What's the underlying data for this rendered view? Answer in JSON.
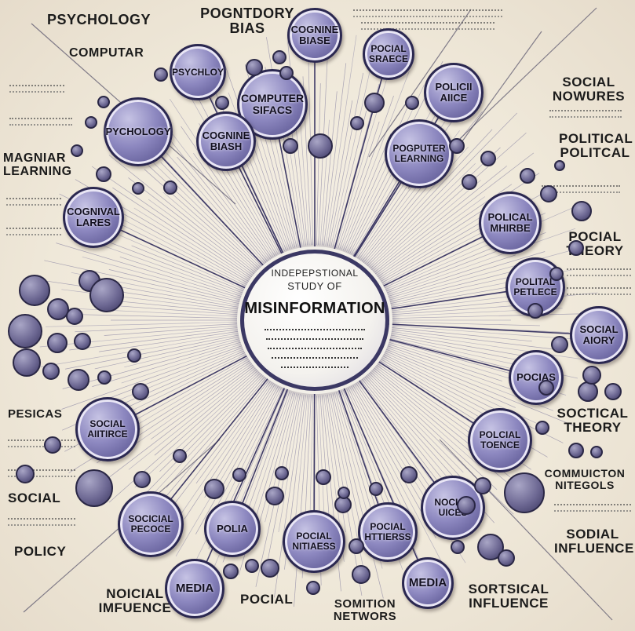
{
  "center": {
    "line1": "INDEPEPSTIONAL",
    "line2": "STUDY OF",
    "title": "MISINFORMATION"
  },
  "nodes": [
    {
      "id": "cognine-top",
      "text": "COGNINE BIASE"
    },
    {
      "id": "pocial-sraece",
      "text": "POCIAL SRAECE"
    },
    {
      "id": "psychloy",
      "text": "PSYCHLOY"
    },
    {
      "id": "policii-aiice",
      "text": "POLICII AIICE"
    },
    {
      "id": "computer-sifacs",
      "text": "COMPUTER SIFACS"
    },
    {
      "id": "pychology",
      "text": "PYCHOLOGY"
    },
    {
      "id": "cognine-biash",
      "text": "COGNINE BIASH"
    },
    {
      "id": "pogputer-learning",
      "text": "POGPUTER LEARNING"
    },
    {
      "id": "cognival-lares",
      "text": "COGNIVAL LARES"
    },
    {
      "id": "polical-mhirbe",
      "text": "POLICAL MHIRBE"
    },
    {
      "id": "polital-petlece",
      "text": "POLITAL PETLECE"
    },
    {
      "id": "social-aiory",
      "text": "SOCIAL AIORY"
    },
    {
      "id": "pocias",
      "text": "POCIAS"
    },
    {
      "id": "social-aiitirce",
      "text": "SOCIAL AIITIRCE"
    },
    {
      "id": "polcial-toence",
      "text": "POLCIAL TOENCE"
    },
    {
      "id": "socicial-pecoce",
      "text": "SOCICIAL PECOCE"
    },
    {
      "id": "polia",
      "text": "POLIA"
    },
    {
      "id": "pocial-nitiaess",
      "text": "POCIAL NITIAESS"
    },
    {
      "id": "pocial-httierss",
      "text": "POCIAL HTTIERSS"
    },
    {
      "id": "nocian-uices",
      "text": "NOCIAN UICES"
    },
    {
      "id": "media-left",
      "text": "MEDIA"
    },
    {
      "id": "media-right",
      "text": "MEDIA"
    }
  ],
  "labels": [
    {
      "id": "psychology",
      "text": "PSYCHOLOGY"
    },
    {
      "id": "pogntory-bias",
      "text": "POGNTDORY BIAS"
    },
    {
      "id": "computar",
      "text": "COMPUTAR"
    },
    {
      "id": "magnar-learning",
      "text": "MAGNIAR LEARNING"
    },
    {
      "id": "social-nowures",
      "text": "SOCIAL NOWURES"
    },
    {
      "id": "political",
      "text": "POLITICAL POLITCAL"
    },
    {
      "id": "pocial-theory",
      "text": "POCIAL THEORY"
    },
    {
      "id": "sostical-theory",
      "text": "SOCTICAL THEORY"
    },
    {
      "id": "communicton",
      "text": "COMMUICTON NITEGOLS"
    },
    {
      "id": "social-influence",
      "text": "SODIAL INFLUENCE"
    },
    {
      "id": "pesicas",
      "text": "PESICAS"
    },
    {
      "id": "social-left",
      "text": "SOCIAL"
    },
    {
      "id": "policy",
      "text": "POLICY"
    },
    {
      "id": "noicial-imfuence",
      "text": "NOICIAL IMFUENCE"
    },
    {
      "id": "pocial-bottom",
      "text": "POCIAL"
    },
    {
      "id": "somition-networs",
      "text": "SOMITION NETWORS"
    },
    {
      "id": "sortsical-influence",
      "text": "SORTSICAL INFLUENCE"
    }
  ]
}
